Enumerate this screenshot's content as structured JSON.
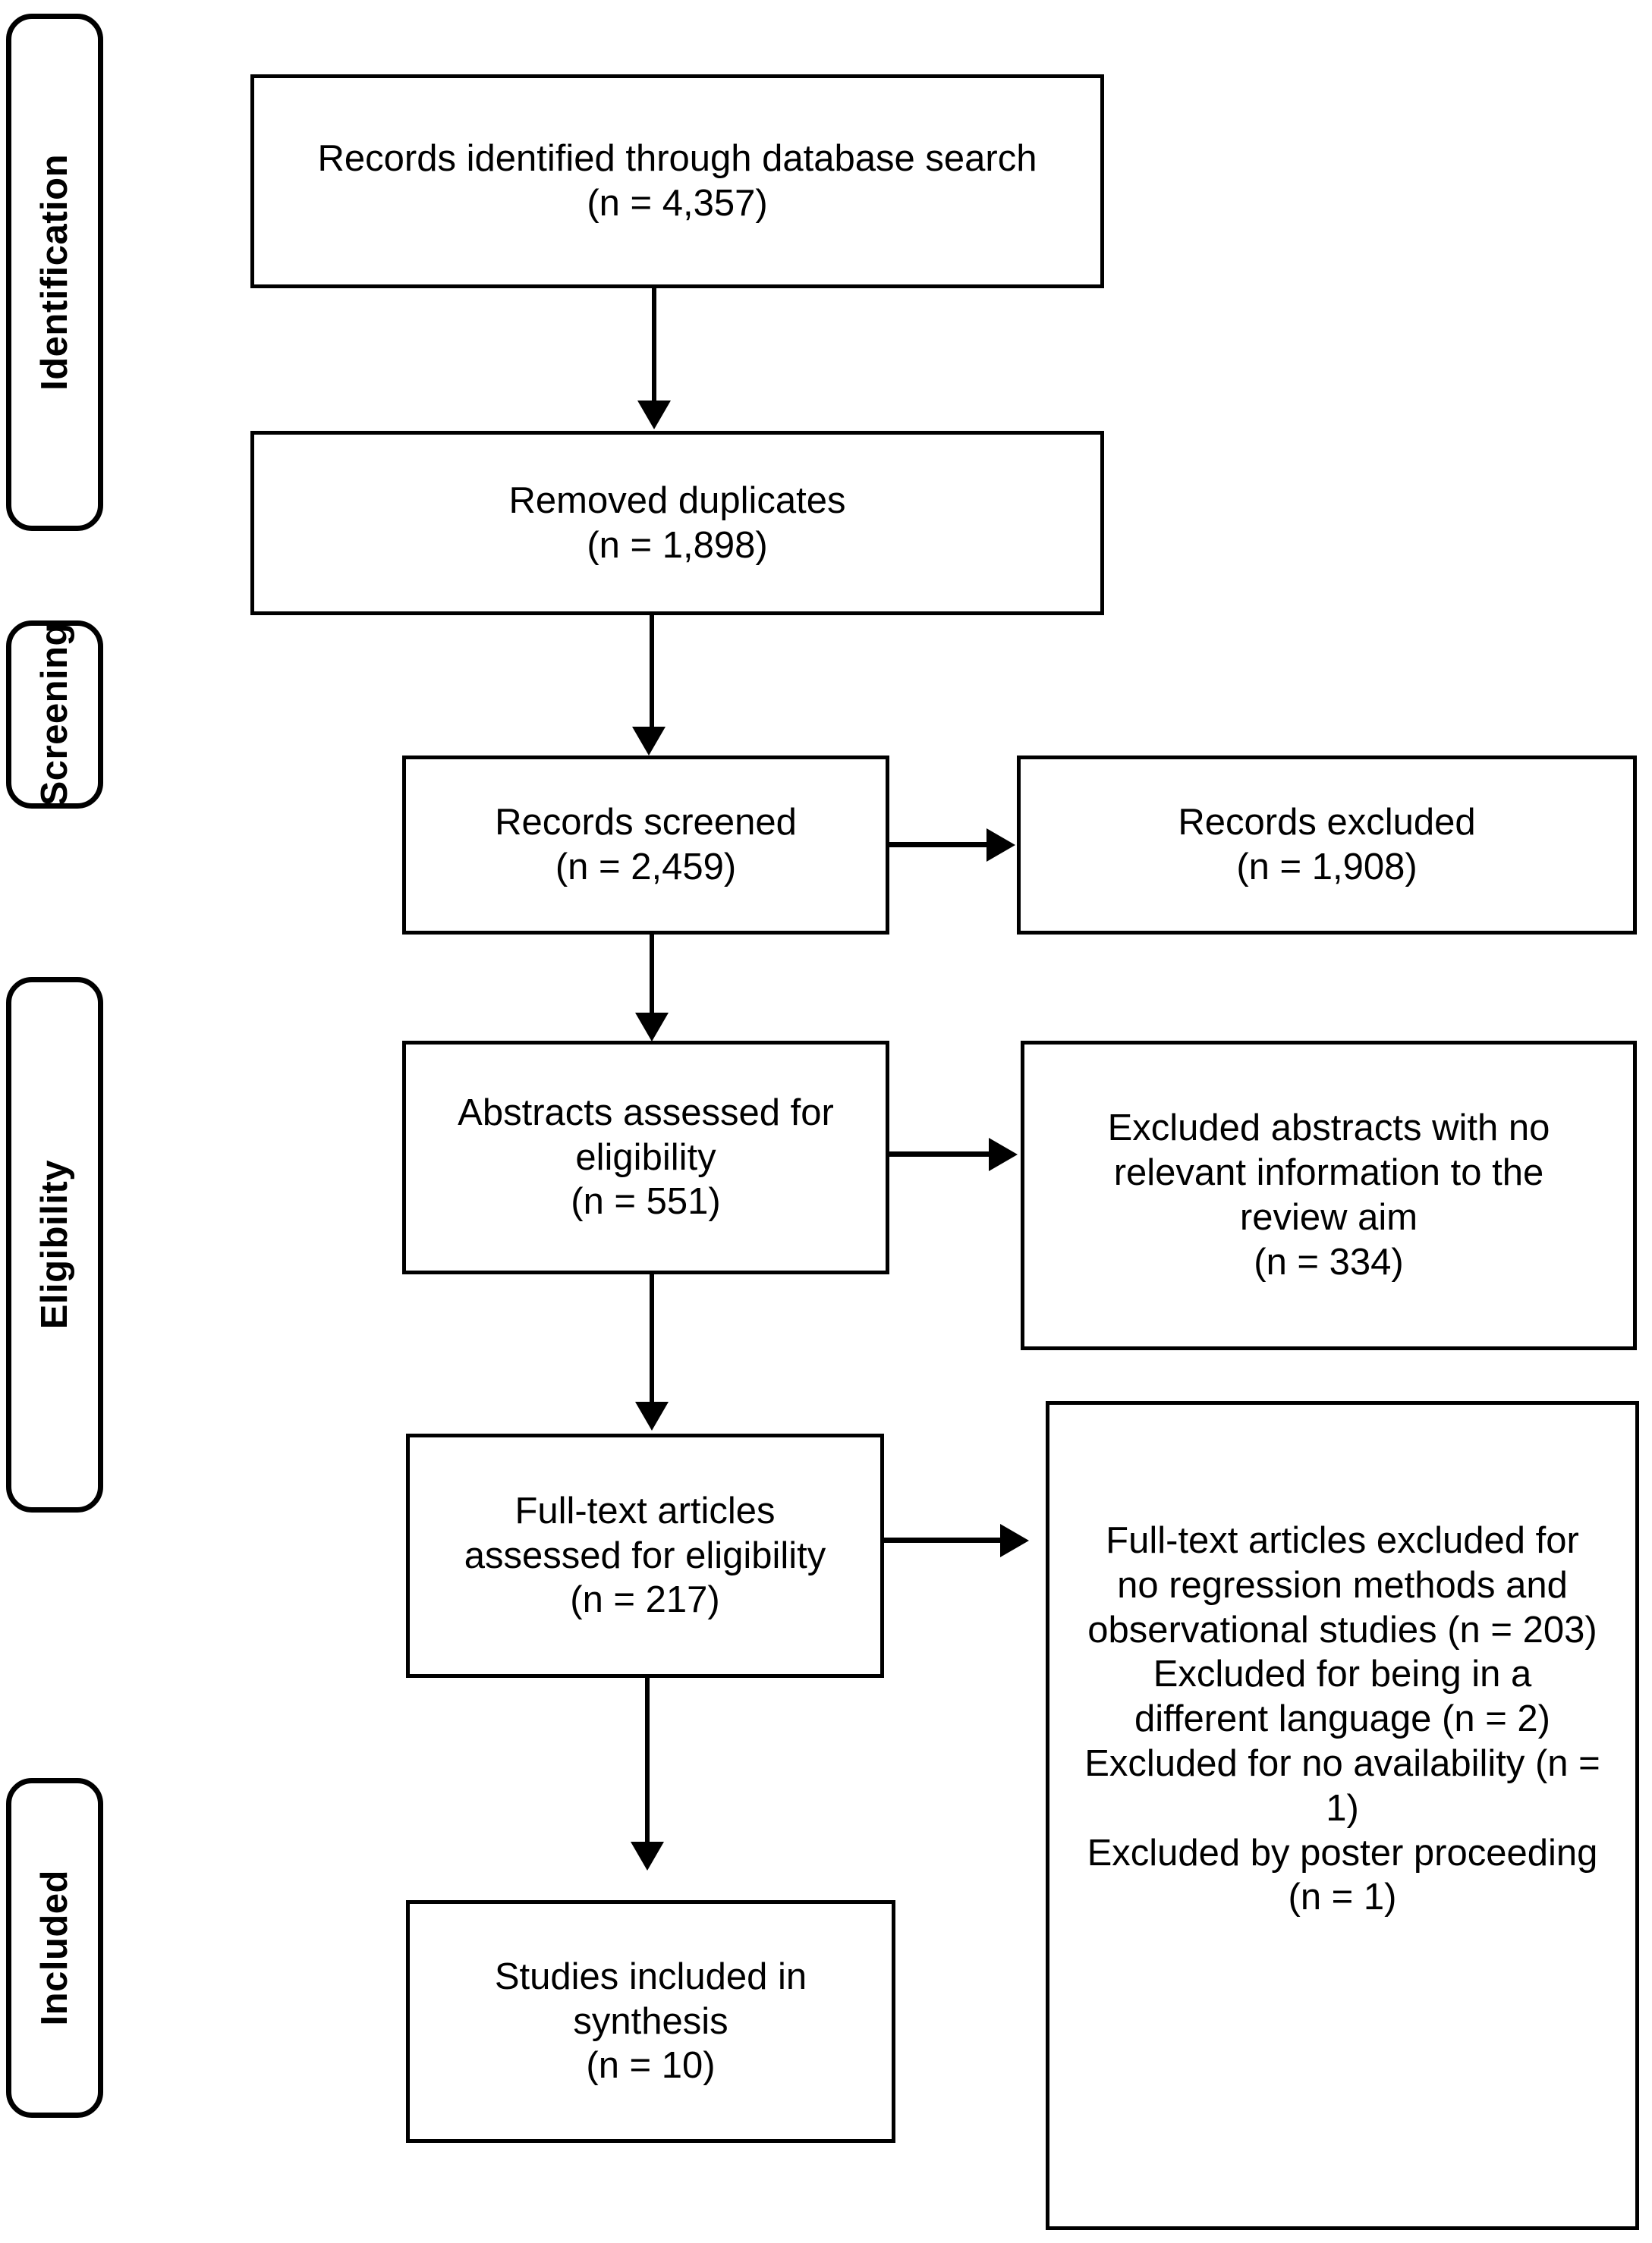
{
  "diagram": {
    "type": "prisma-flow-diagram",
    "title": "PRISMA study selection flow diagram",
    "stages": [
      {
        "id": "identification",
        "label": "Identification"
      },
      {
        "id": "screening",
        "label": "Screening"
      },
      {
        "id": "eligibility",
        "label": "Eligibility"
      },
      {
        "id": "included",
        "label": "Included"
      }
    ],
    "nodes": {
      "records_identified": {
        "text": "Records identified through database search\n(n = 4,357)",
        "n": 4357
      },
      "removed_duplicates": {
        "text": "Removed duplicates\n(n = 1,898)",
        "n": 1898
      },
      "records_screened": {
        "text": "Records screened\n(n = 2,459)",
        "n": 2459
      },
      "records_excluded": {
        "text": "Records excluded\n(n = 1,908)",
        "n": 1908
      },
      "abstracts_assessed": {
        "text": "Abstracts assessed for\neligibility\n(n = 551)",
        "n": 551
      },
      "abstracts_excluded": {
        "text": "Excluded abstracts with no\nrelevant information to the\nreview aim\n(n = 334)",
        "n": 334
      },
      "fulltext_assessed": {
        "text": "Full-text articles\nassessed for eligibility\n(n = 217)",
        "n": 217
      },
      "fulltext_excluded": {
        "text": "Full-text articles excluded for\nno regression methods and\nobservational studies (n = 203)\nExcluded for being in a\ndifferent language (n = 2)\nExcluded for no availability (n =\n1)\nExcluded by poster proceeding\n(n = 1)",
        "reasons": [
          {
            "reason": "no regression methods and observational studies",
            "n": 203
          },
          {
            "reason": "being in a different language",
            "n": 2
          },
          {
            "reason": "no availability",
            "n": 1
          },
          {
            "reason": "poster proceeding",
            "n": 1
          }
        ]
      },
      "studies_included": {
        "text": "Studies included in\nsynthesis\n(n = 10)",
        "n": 10
      }
    },
    "edges": [
      {
        "from": "records_identified",
        "to": "removed_duplicates",
        "direction": "down"
      },
      {
        "from": "removed_duplicates",
        "to": "records_screened",
        "direction": "down"
      },
      {
        "from": "records_screened",
        "to": "records_excluded",
        "direction": "right"
      },
      {
        "from": "records_screened",
        "to": "abstracts_assessed",
        "direction": "down"
      },
      {
        "from": "abstracts_assessed",
        "to": "abstracts_excluded",
        "direction": "right"
      },
      {
        "from": "abstracts_assessed",
        "to": "fulltext_assessed",
        "direction": "down"
      },
      {
        "from": "fulltext_assessed",
        "to": "fulltext_excluded",
        "direction": "right"
      },
      {
        "from": "fulltext_assessed",
        "to": "studies_included",
        "direction": "down"
      }
    ],
    "colors": {
      "line": "#000000",
      "background": "#ffffff",
      "text": "#000000"
    }
  }
}
